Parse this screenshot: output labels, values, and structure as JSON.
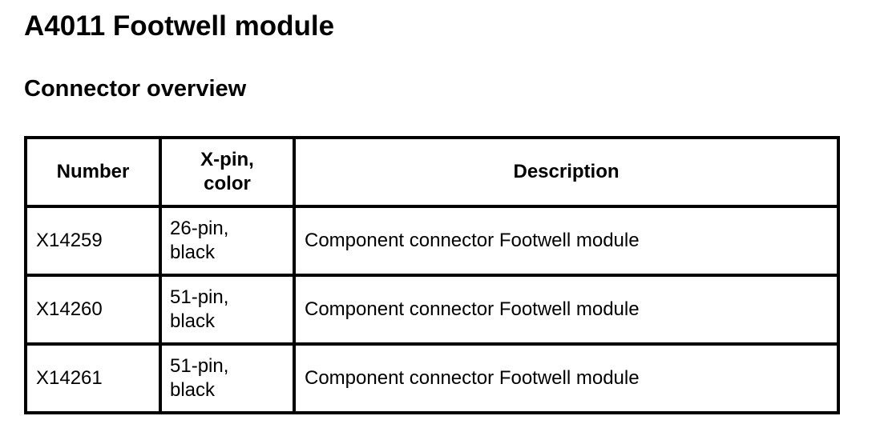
{
  "title": "A4011 Footwell module",
  "subtitle": "Connector overview",
  "table": {
    "headers": {
      "number": "Number",
      "pin_color": "X-pin, color",
      "description": "Description"
    },
    "rows": [
      {
        "number": "X14259",
        "pin_color": "26-pin, black",
        "description": "Component connector Footwell module"
      },
      {
        "number": "X14260",
        "pin_color": "51-pin, black",
        "description": "Component connector Footwell module"
      },
      {
        "number": "X14261",
        "pin_color": "51-pin, black",
        "description": "Component connector Footwell module"
      }
    ]
  },
  "colors": {
    "text": "#000000",
    "border": "#000000",
    "background": "#ffffff"
  }
}
